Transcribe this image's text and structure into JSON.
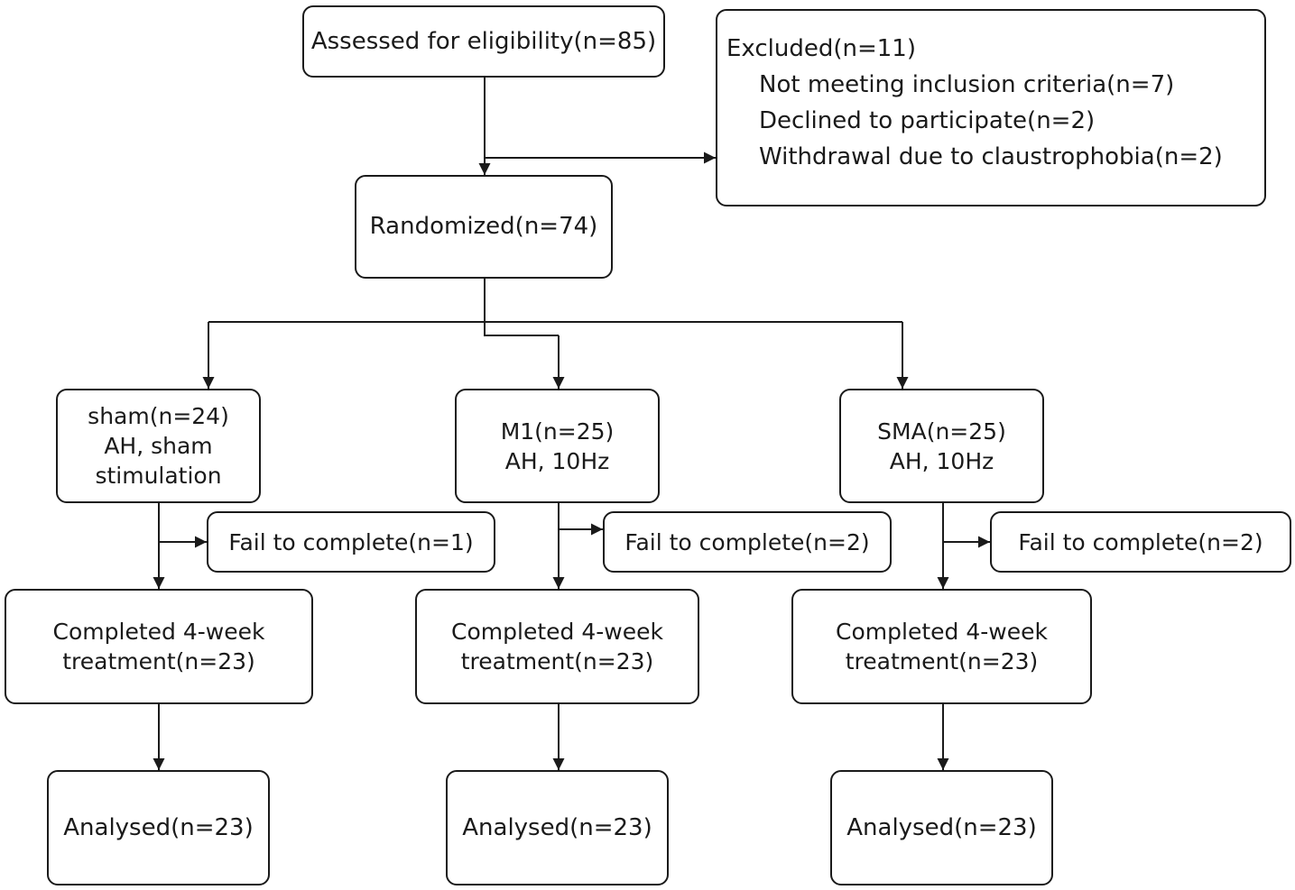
{
  "assessed": "Assessed for eligibility(n=85)",
  "excluded": {
    "title": "Excluded(n=11)",
    "reasons": [
      "Not meeting inclusion criteria(n=7)",
      "Declined to participate(n=2)",
      "Withdrawal due to claustrophobia(n=2)"
    ]
  },
  "randomized": "Randomized(n=74)",
  "arms": [
    {
      "group": [
        "sham(n=24)",
        "AH, sham",
        "stimulation"
      ],
      "fail": "Fail to complete(n=1)",
      "completed": [
        "Completed 4-week",
        "treatment(n=23)"
      ],
      "analysed": "Analysed(n=23)"
    },
    {
      "group": [
        "M1(n=25)",
        "AH, 10Hz"
      ],
      "fail": "Fail to complete(n=2)",
      "completed": [
        "Completed 4-week",
        "treatment(n=23)"
      ],
      "analysed": "Analysed(n=23)"
    },
    {
      "group": [
        "SMA(n=25)",
        "AH, 10Hz"
      ],
      "fail": "Fail to complete(n=2)",
      "completed": [
        "Completed 4-week",
        "treatment(n=23)"
      ],
      "analysed": "Analysed(n=23)"
    }
  ]
}
